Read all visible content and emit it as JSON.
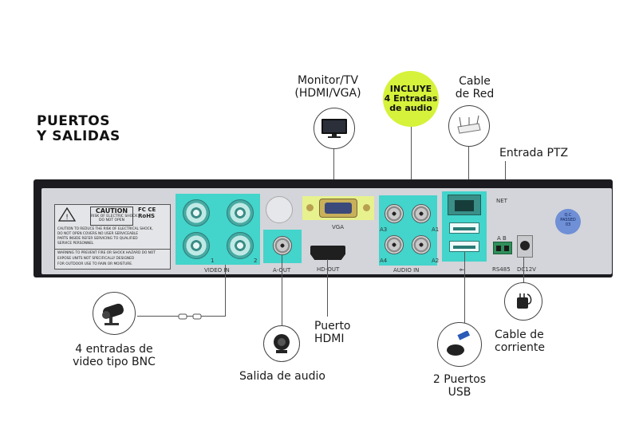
{
  "title": "PUERTOS\nY SALIDAS",
  "title_lines": [
    "PUERTOS",
    "Y SALIDAS"
  ],
  "badge_lines": [
    "INCLUYE",
    "4 Entradas",
    "de audio"
  ],
  "labels": {
    "monitor": [
      "Monitor/TV",
      "(HDMI/VGA)"
    ],
    "cable_red": [
      "Cable",
      "de Red"
    ],
    "entrada_ptz": "Entrada PTZ",
    "video_bnc": [
      "4 entradas de",
      "video tipo BNC"
    ],
    "salida_audio": "Salida de audio",
    "puerto_hdmi": [
      "Puerto",
      "HDMI"
    ],
    "usb": [
      "2 Puertos",
      "USB"
    ],
    "cable_corriente": [
      "Cable de",
      "corriente"
    ]
  },
  "panel_text": {
    "caution_title": "CAUTION",
    "caution_sub": [
      "RISK OF ELECTRIC SHOCK",
      "DO NOT OPEN"
    ],
    "caution_body": [
      "CAUTION TO REDUCE THE RISK OF ELECTRICAL SHOCK,",
      "DO NOT OPEN COVERS NO USER SERVICEABLE",
      "PARTS INSIDE REFER SERVICING TO QUALIFIED",
      "SERVICE PERSONNEL"
    ],
    "warning_body": [
      "WARNING TO PREVENT FIRE OR SHOCK HAZARD DO NOT",
      "EXPOSE UNITS NOT SPECIFICALLY DESIGNED",
      "FOR OUTDOOR USE TO RAIN OR MOISTURE."
    ],
    "cert": [
      "FC",
      "CE",
      "RoHS"
    ],
    "video_in": "VIDEO IN",
    "a_out": "A-OUT",
    "hd_out": "HD-OUT",
    "vga": "VGA",
    "audio_in": "AUDIO IN",
    "net": "NET",
    "rs485": "RS485",
    "dc12v": "DC12V",
    "bnc_nums": [
      "1",
      "2"
    ],
    "audio_nums": [
      "A3",
      "A1",
      "A4",
      "A2"
    ],
    "qc": [
      "Q.C",
      "PASSED",
      "03"
    ]
  },
  "colors": {
    "highlight": "#29d3c8",
    "vga_highlight": "#e8f28a",
    "badge": "#d6f23a",
    "panel": "#d3d5da",
    "chassis": "#1c1c20"
  },
  "icons": [
    "tv-icon",
    "router-icon",
    "camera-icon",
    "speaker-icon",
    "usb-mouse-icon",
    "power-adapter-icon"
  ]
}
